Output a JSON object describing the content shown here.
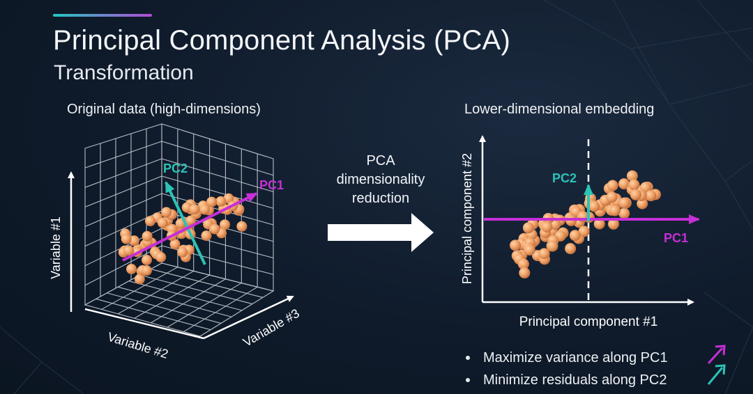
{
  "header": {
    "title": "Principal Component Analysis (PCA)",
    "subtitle": "Transformation"
  },
  "left_panel": {
    "heading": "Original data (high-dimensions)",
    "axis_y": "Variable #1",
    "axis_x": "Variable #2",
    "axis_z": "Variable #3",
    "pc1_label": "PC1",
    "pc2_label": "PC2"
  },
  "middle": {
    "line1": "PCA",
    "line2": "dimensionality",
    "line3": "reduction"
  },
  "right_panel": {
    "heading": "Lower-dimensional embedding",
    "axis_x": "Principal component #1",
    "axis_y": "Principal component #2",
    "pc1_label": "PC1",
    "pc2_label": "PC2"
  },
  "bullets": [
    "Maximize variance along PC1",
    "Minimize residuals along PC2"
  ],
  "colors": {
    "pc1": "#c62fd6",
    "pc2": "#2cc3b5",
    "point": "#f0a46a",
    "background": "#0f1b2b"
  },
  "icons": [
    "arrow-up-right-icon",
    "arrow-up-right-icon"
  ]
}
